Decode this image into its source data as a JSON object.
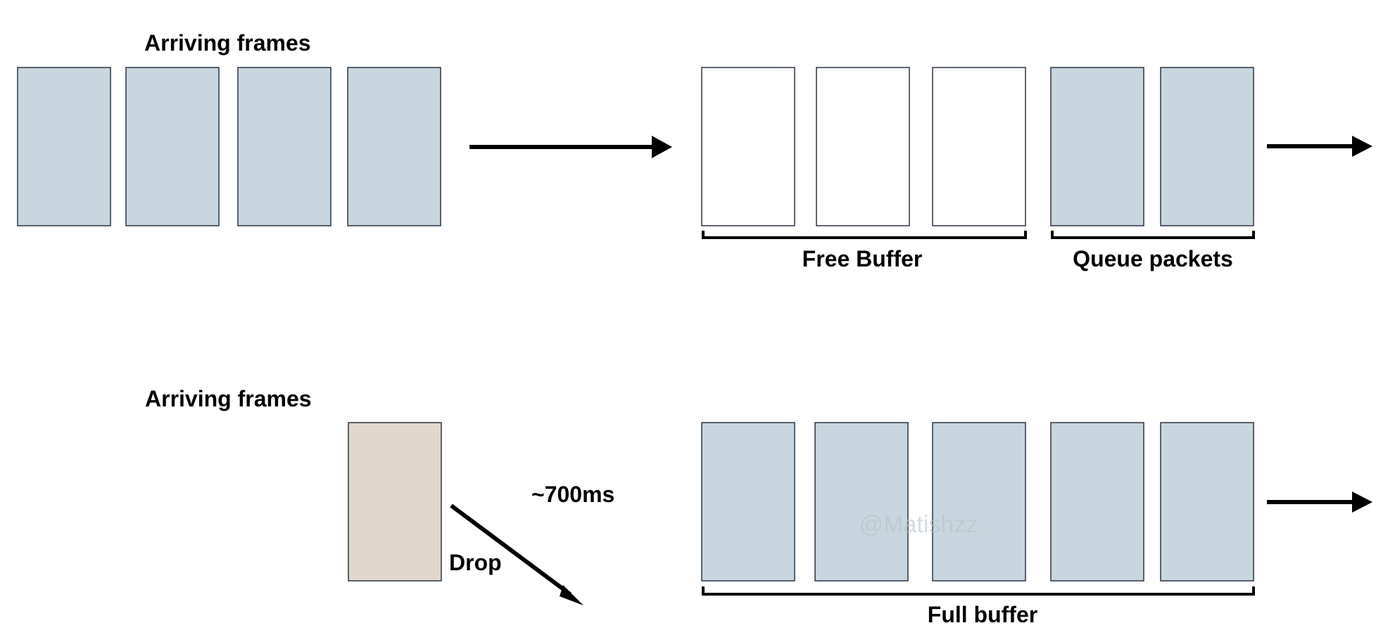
{
  "top_row": {
    "arriving_label": "Arriving frames",
    "free_buffer_label": "Free Buffer",
    "queue_packets_label": "Queue packets"
  },
  "bottom_row": {
    "arriving_label": "Arriving frames",
    "latency_label": "~700ms",
    "drop_label": "Drop",
    "full_buffer_label": "Full buffer"
  },
  "watermark": "@Matishzz",
  "colors": {
    "frame_filled": "#c8d6df",
    "frame_empty": "#ffffff",
    "frame_drop": "#e2d7cc",
    "frame_border": "#2a3444"
  }
}
